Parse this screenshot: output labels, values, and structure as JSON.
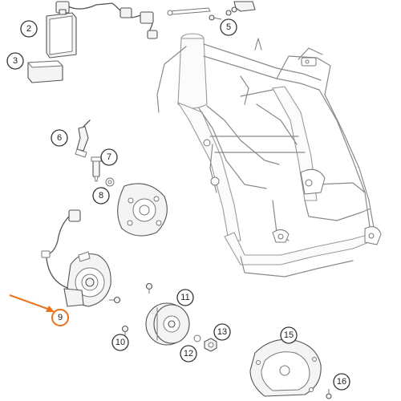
{
  "diagram": {
    "callouts": [
      {
        "id": "callout-2",
        "label": "2"
      },
      {
        "id": "callout-3",
        "label": "3"
      },
      {
        "id": "callout-5",
        "label": "5"
      },
      {
        "id": "callout-6",
        "label": "6"
      },
      {
        "id": "callout-7",
        "label": "7"
      },
      {
        "id": "callout-8",
        "label": "8"
      },
      {
        "id": "callout-9",
        "label": "9",
        "highlighted": true
      },
      {
        "id": "callout-10",
        "label": "10"
      },
      {
        "id": "callout-11",
        "label": "11"
      },
      {
        "id": "callout-12",
        "label": "12"
      },
      {
        "id": "callout-13",
        "label": "13"
      },
      {
        "id": "callout-15",
        "label": "15"
      },
      {
        "id": "callout-16",
        "label": "16"
      }
    ],
    "colors": {
      "highlight": "#e8711c",
      "line": "#555555",
      "frame": "#8a8a8a",
      "background": "#ffffff"
    }
  }
}
